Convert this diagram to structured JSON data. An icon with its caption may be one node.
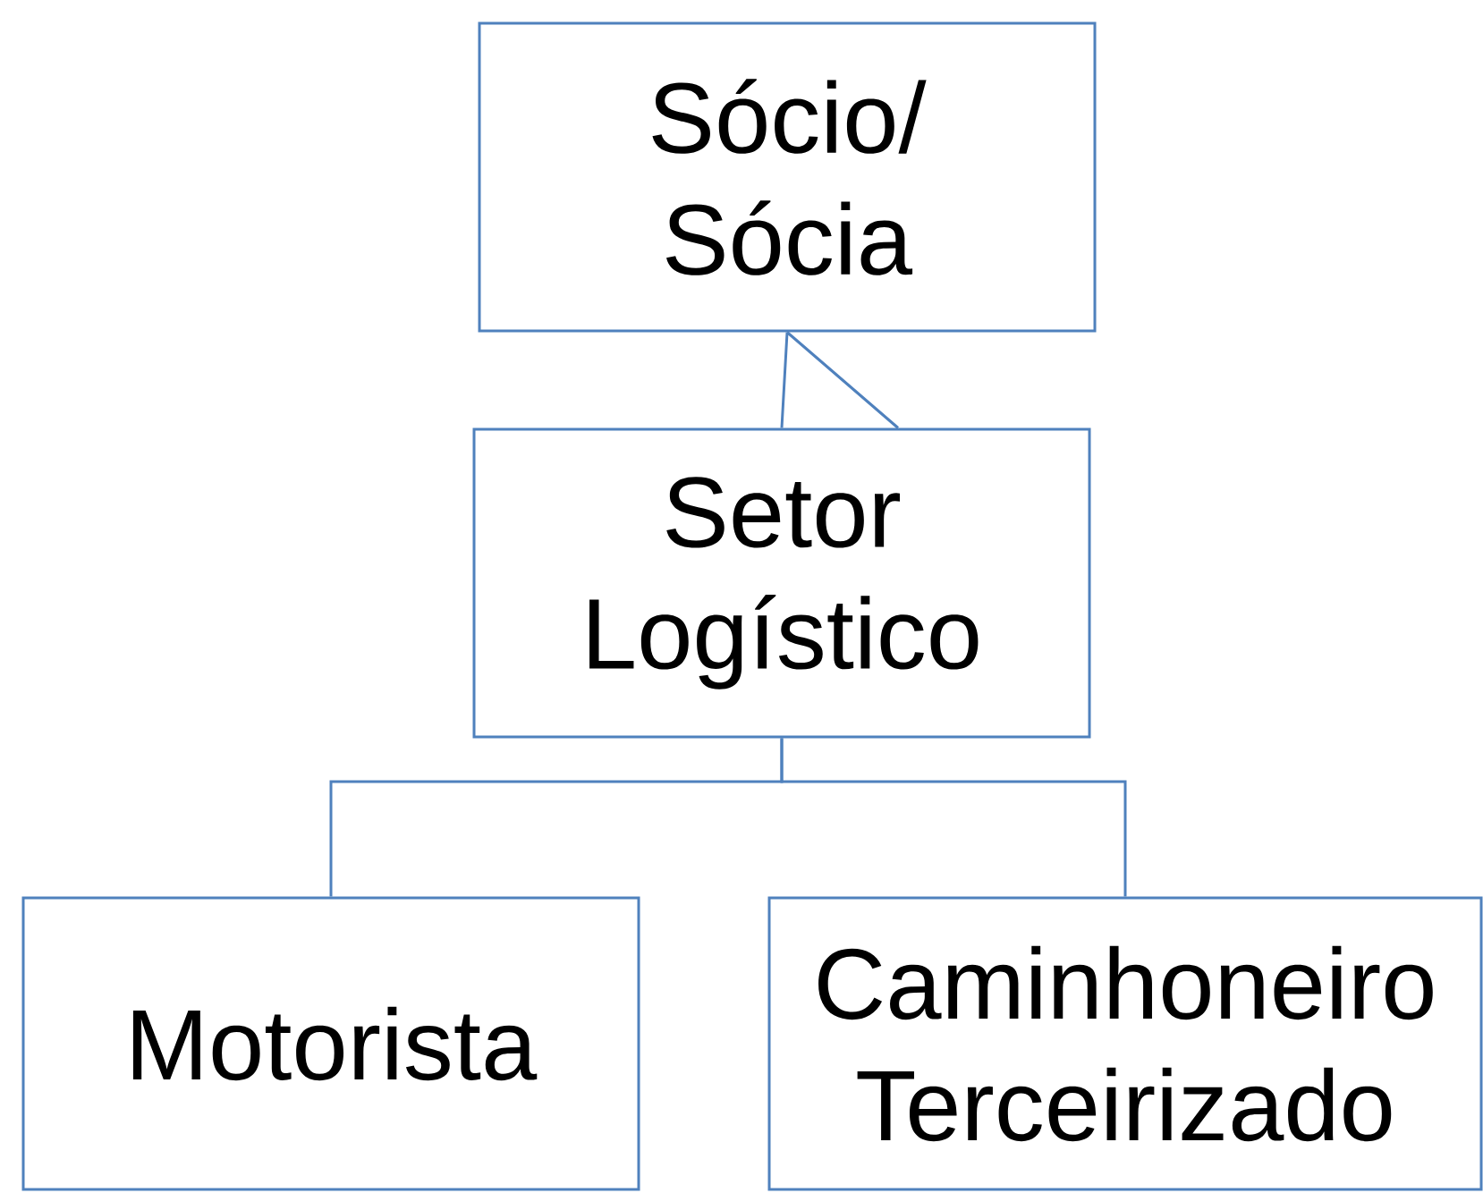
{
  "diagram": {
    "nodes": [
      {
        "text": [
          "Sócio/ Sócia"
        ]
      },
      {
        "text": [
          "Setor Logístico"
        ]
      },
      {
        "text": [
          "Motorista"
        ]
      },
      {
        "text": [
          "Caminhoneiro Terceirizado"
        ]
      }
    ],
    "edges": [
      {
        "from": 0,
        "to": 1,
        "arrow": "none"
      },
      {
        "from": 1,
        "to": 2,
        "arrow": "none"
      },
      {
        "from": 1,
        "to": 3,
        "arrow": "none"
      }
    ]
  }
}
